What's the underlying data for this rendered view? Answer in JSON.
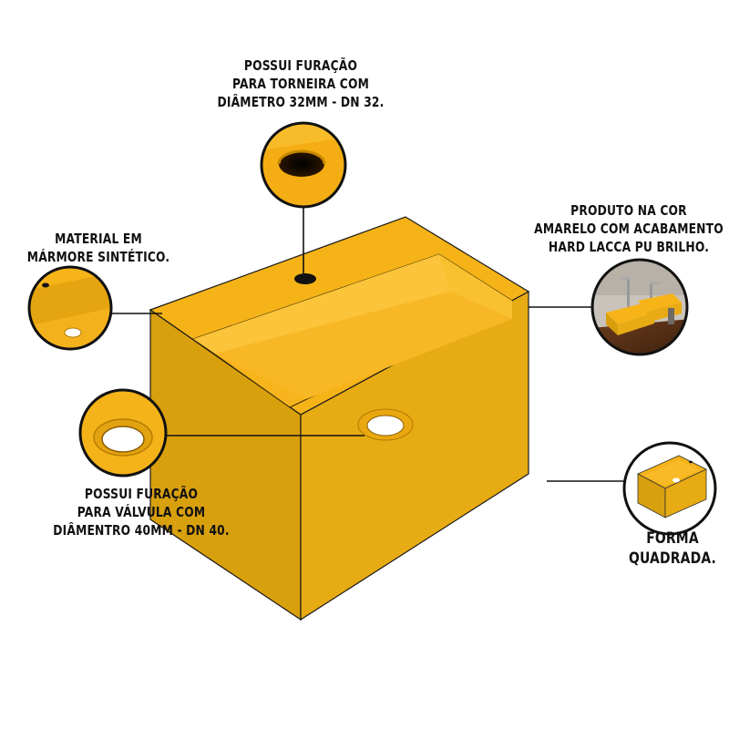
{
  "callouts": {
    "faucet_hole": [
      "POSSUI FURAÇÃO",
      "PARA TORNEIRA COM",
      "DIÂMETRO 32MM - DN 32."
    ],
    "material": [
      "MATERIAL EM",
      "MÁRMORE SINTÉTICO."
    ],
    "finish": [
      "PRODUTO NA COR",
      "AMARELO COM ACABAMENTO",
      "HARD LACCA PU BRILHO."
    ],
    "valve_hole": [
      "POSSUI FURAÇÃO",
      "PARA VÁLVULA COM",
      "DIÂMENTRO  40MM - DN 40."
    ],
    "shape": [
      "FORMA",
      "QUADRADA."
    ]
  },
  "colors": {
    "yellow_top": "#f6b216",
    "yellow_side": "#dca40f",
    "yellow_front": "#e8aa12",
    "yellow_inner": "#f7b21a",
    "yellow_basin": "#f9b927",
    "outline": "#111111",
    "leader_line": "#111111"
  },
  "icons": [
    "faucet-hole-detail",
    "material-corner-detail",
    "bathroom-photo-detail",
    "valve-hole-detail",
    "square-shape-detail"
  ]
}
